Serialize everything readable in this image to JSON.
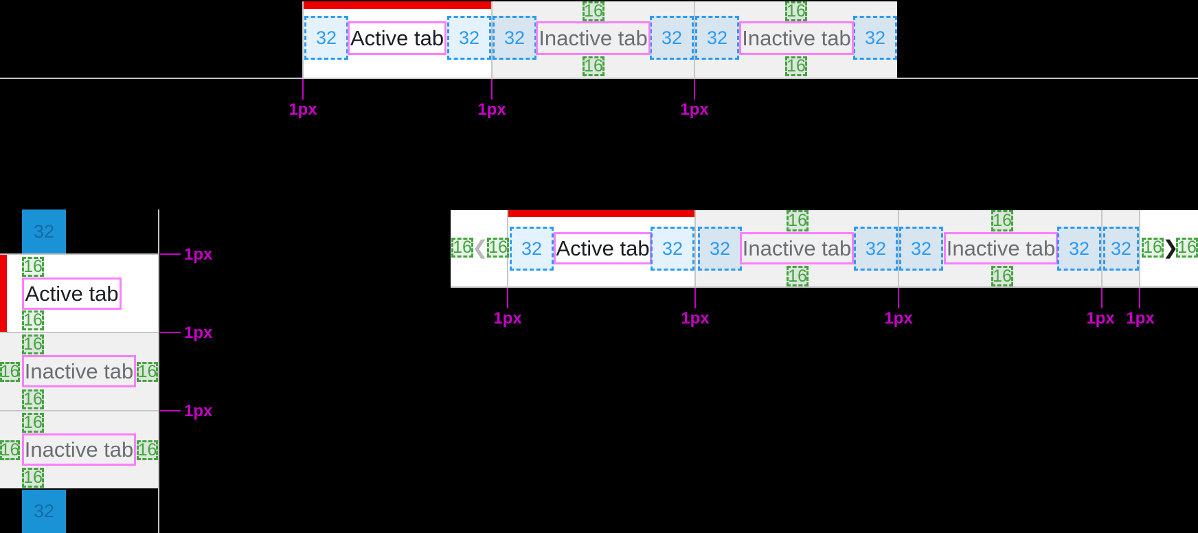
{
  "labels": {
    "active_tab": "Active tab",
    "inactive_tab": "Inactive tab",
    "space_32": "32",
    "space_16": "16",
    "px1": "1px"
  },
  "icons": {
    "chevron_left": "❮",
    "chevron_right": "❯"
  },
  "colors": {
    "background": "#000000",
    "tab_active_bg": "#ffffff",
    "tab_inactive_bg": "#f0f0f0",
    "accent_red": "#ec0000",
    "border_gray": "#c6c6c6",
    "annotation_blue": "#2b9af3",
    "annotation_green": "#44a340",
    "annotation_pink": "#fb7eff",
    "annotation_magenta": "#c900c9",
    "swatch_blue": "#1a93d6",
    "text_active": "#1b1d21",
    "text_inactive": "#6a6e73",
    "chevron_disabled": "#b9b9b9",
    "chevron_enabled": "#1b1b1b"
  },
  "top_bar": {
    "tabs": [
      {
        "label": "Active tab",
        "state": "active"
      },
      {
        "label": "Inactive tab",
        "state": "inactive"
      },
      {
        "label": "Inactive tab",
        "state": "inactive"
      }
    ],
    "border_callouts": [
      "1px",
      "1px",
      "1px"
    ]
  },
  "vertical_stack": {
    "tabs": [
      {
        "label": "Active tab",
        "state": "active"
      },
      {
        "label": "Inactive tab",
        "state": "inactive"
      },
      {
        "label": "Inactive tab",
        "state": "inactive"
      }
    ],
    "border_callouts": [
      "1px",
      "1px",
      "1px"
    ]
  },
  "bottom_bar": {
    "tabs": [
      {
        "label": "Active tab",
        "state": "active"
      },
      {
        "label": "Inactive tab",
        "state": "inactive"
      },
      {
        "label": "Inactive tab",
        "state": "inactive"
      }
    ],
    "scroll_left_state": "disabled",
    "scroll_right_state": "enabled",
    "border_callouts": [
      "1px",
      "1px",
      "1px",
      "1px",
      "1px"
    ]
  }
}
